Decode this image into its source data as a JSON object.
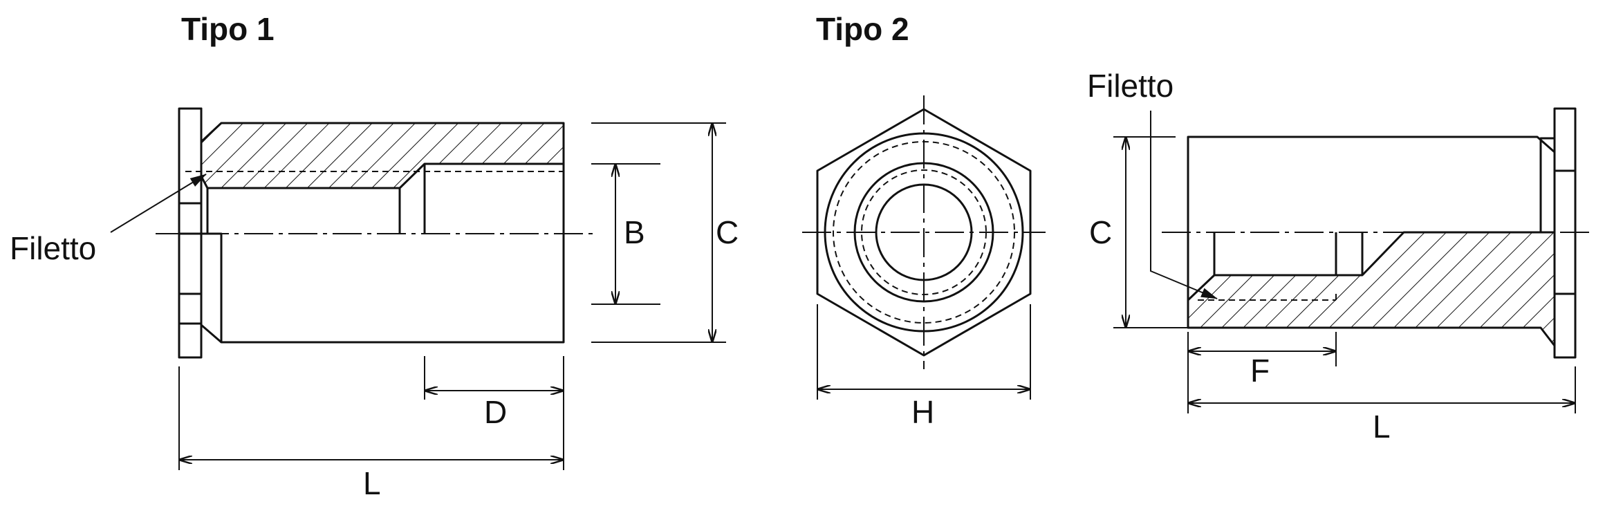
{
  "tipo1": {
    "title": "Tipo 1",
    "thread_label": "Filetto",
    "dim_B": "B",
    "dim_C": "C",
    "dim_D": "D",
    "dim_L": "L"
  },
  "tipo2": {
    "title": "Tipo 2",
    "thread_label": "Filetto",
    "dim_H": "H",
    "dim_C": "C",
    "dim_F": "F",
    "dim_L": "L"
  }
}
